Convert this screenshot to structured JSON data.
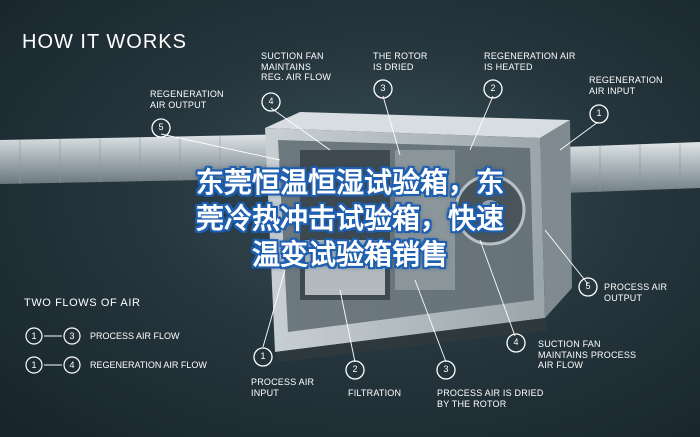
{
  "heading": "HOW IT WORKS",
  "overlay": {
    "line1": "东莞恒温恒湿试验箱，东",
    "line2": "莞冷热冲击试验箱，快速",
    "line3": "温变试验箱销售"
  },
  "top_callouts": [
    {
      "num": "5",
      "text": "REGENERATION\nAIR OUTPUT"
    },
    {
      "num": "4",
      "text": "SUCTION FAN\nMAINTAINS\nREG. AIR FLOW"
    },
    {
      "num": "3",
      "text": "THE ROTOR\nIS DRIED"
    },
    {
      "num": "2",
      "text": "REGENERATION AIR\nIS HEATED"
    },
    {
      "num": "1",
      "text": "REGENERATION\nAIR INPUT"
    }
  ],
  "bottom_callouts": [
    {
      "num": "1",
      "text": "PROCESS AIR\nINPUT"
    },
    {
      "num": "2",
      "text": "FILTRATION"
    },
    {
      "num": "3",
      "text": "PROCESS AIR IS DRIED\nBY THE ROTOR"
    },
    {
      "num": "4",
      "text": "SUCTION FAN\nMAINTAINS PROCESS\nAIR FLOW"
    },
    {
      "num": "5",
      "text": "PROCESS AIR\nOUTPUT"
    }
  ],
  "flows": {
    "title": "TWO FLOWS OF AIR",
    "items": [
      {
        "from": "1",
        "to": "3",
        "label": "PROCESS AIR FLOW"
      },
      {
        "from": "1",
        "to": "4",
        "label": "REGENERATION AIR FLOW"
      }
    ]
  },
  "colors": {
    "background": "#26363e",
    "line": "#ffffff",
    "overlay_outline": "#1f5fb0"
  }
}
